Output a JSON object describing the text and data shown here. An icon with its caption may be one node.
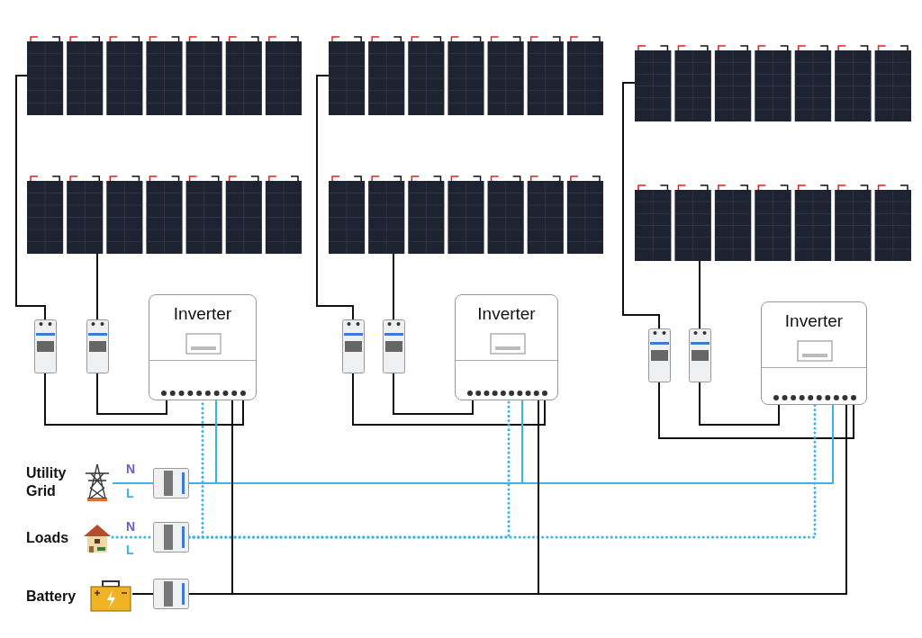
{
  "diagram": {
    "nodes": [
      {
        "text": [],
        "shape": "picture"
      },
      {
        "text": [],
        "shape": "picture"
      },
      {
        "text": [],
        "shape": "picture"
      },
      {
        "text": [],
        "shape": "picture"
      },
      {
        "text": [],
        "shape": "picture"
      },
      {
        "text": [],
        "shape": "picture"
      },
      {
        "text": [],
        "shape": "picture"
      },
      {
        "text": [],
        "shape": "picture"
      },
      {
        "text": [],
        "shape": "picture"
      },
      {
        "text": [],
        "shape": "picture"
      },
      {
        "text": [],
        "shape": "picture"
      },
      {
        "text": [],
        "shape": "picture"
      },
      {
        "text": [
          "Inverter"
        ]
      },
      {
        "text": [
          "Inverter"
        ]
      },
      {
        "text": [
          "Inverter"
        ]
      },
      {
        "text": [
          "Utility Grid"
        ]
      },
      {
        "text": [],
        "shape": "picture"
      },
      {
        "text": [
          "Loads"
        ]
      },
      {
        "text": [],
        "shape": "picture"
      },
      {
        "text": [
          "Battery"
        ]
      },
      {
        "text": [],
        "shape": "picture"
      }
    ],
    "edges": [
      {
        "from": 0,
        "to": 6,
        "arrow": "none"
      },
      {
        "from": 3,
        "to": 7,
        "arrow": "none"
      },
      {
        "from": 1,
        "to": 8,
        "arrow": "none"
      },
      {
        "from": 4,
        "to": 9,
        "arrow": "none"
      },
      {
        "from": 2,
        "to": 10,
        "arrow": "none"
      },
      {
        "from": 5,
        "to": 11,
        "arrow": "none"
      },
      {
        "from": 6,
        "to": 12,
        "arrow": "none"
      },
      {
        "from": 7,
        "to": 12,
        "arrow": "none"
      },
      {
        "from": 8,
        "to": 13,
        "arrow": "none"
      },
      {
        "from": 9,
        "to": 13,
        "arrow": "none"
      },
      {
        "from": 10,
        "to": 14,
        "arrow": "none"
      },
      {
        "from": 11,
        "to": 14,
        "arrow": "none"
      },
      {
        "from": 15,
        "to": 16,
        "arrow": "none",
        "color": "#3ab4e6"
      },
      {
        "from": 16,
        "to": 12,
        "arrow": "none",
        "color": "#3ab4e6"
      },
      {
        "from": 16,
        "to": 13,
        "arrow": "none",
        "color": "#3ab4e6"
      },
      {
        "from": 16,
        "to": 14,
        "arrow": "none",
        "color": "#3ab4e6"
      },
      {
        "from": 17,
        "to": 18,
        "arrow": "none",
        "style": "dashed",
        "color": "#3ab4e6"
      },
      {
        "from": 18,
        "to": 12,
        "arrow": "none",
        "style": "dashed",
        "color": "#3ab4e6"
      },
      {
        "from": 18,
        "to": 13,
        "arrow": "none",
        "style": "dashed",
        "color": "#3ab4e6"
      },
      {
        "from": 18,
        "to": 14,
        "arrow": "none",
        "style": "dashed",
        "color": "#3ab4e6"
      },
      {
        "from": 19,
        "to": 20,
        "arrow": "none"
      },
      {
        "from": 20,
        "to": 12,
        "arrow": "none"
      },
      {
        "from": 20,
        "to": 13,
        "arrow": "none"
      },
      {
        "from": 20,
        "to": 14,
        "arrow": "none"
      }
    ],
    "labels": [
      "N",
      "L",
      "N",
      "L"
    ]
  }
}
